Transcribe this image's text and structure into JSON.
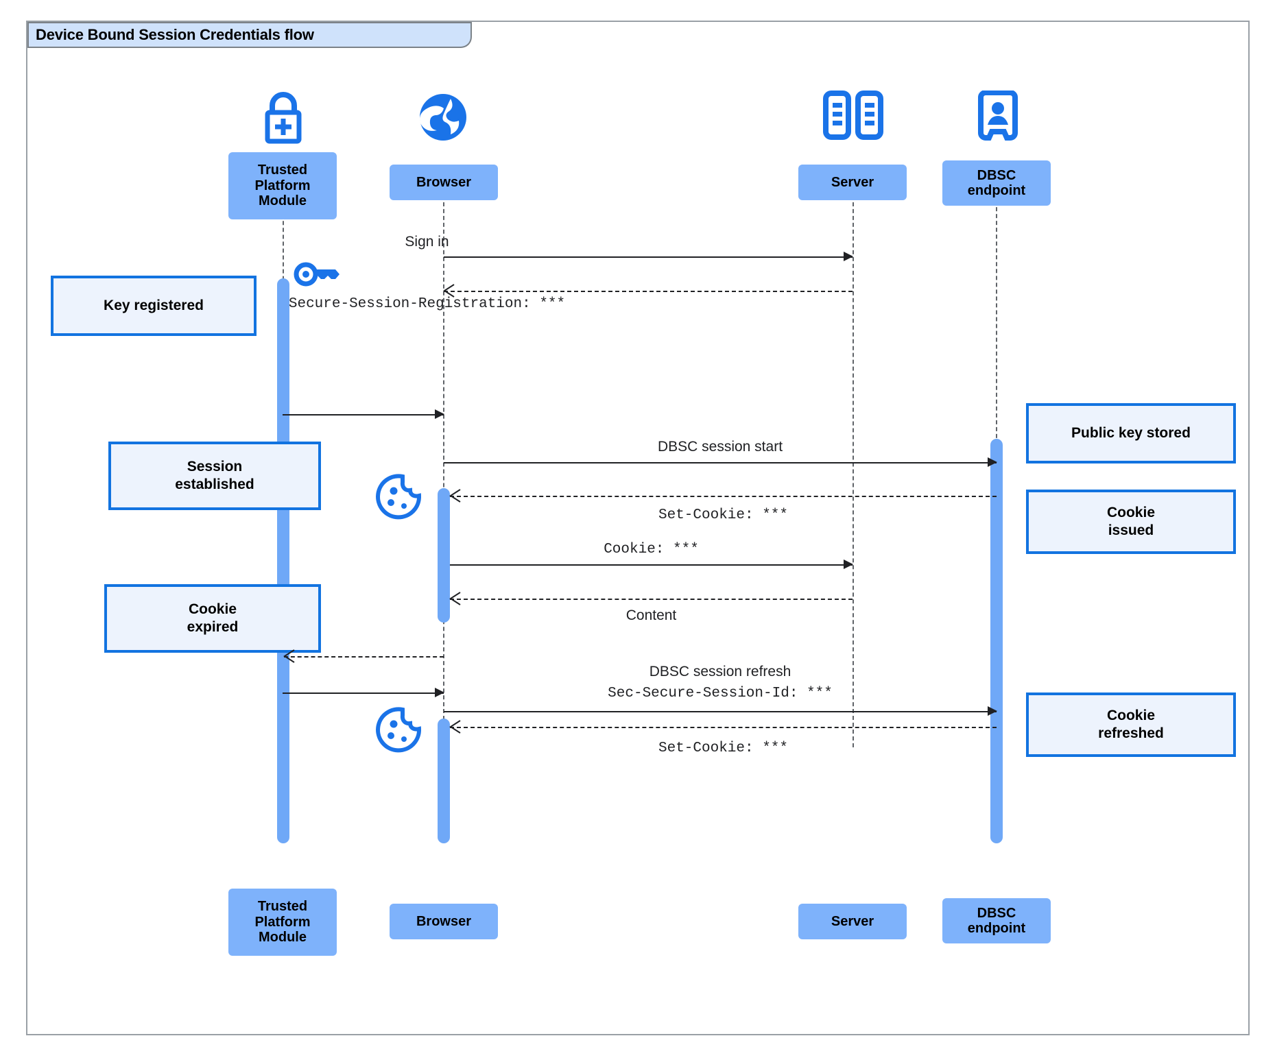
{
  "diagram": {
    "title": "Device Bound Session Credentials flow",
    "type": "uml-sequence",
    "colors": {
      "actor_fill": "#7eb2fb",
      "activation_fill": "#6fa8f7",
      "note_fill": "#edf3fd",
      "note_border": "#1273e0",
      "icon_blue": "#1a73e8",
      "frame_border": "#9aa0a6",
      "title_tab_fill": "#cfe2fb",
      "line": "#202124"
    }
  },
  "actors": [
    {
      "id": "tpm",
      "label": "Trusted\nPlatform\nModule",
      "label_line1": "Trusted",
      "label_line2": "Platform",
      "label_line3": "Module",
      "icon": "padlock-plus-icon"
    },
    {
      "id": "browser",
      "label": "Browser",
      "icon": "globe-icon"
    },
    {
      "id": "server",
      "label": "Server",
      "icon": "server-racks-icon"
    },
    {
      "id": "dbsc",
      "label": "DBSC\nendpoint",
      "label_line1": "DBSC",
      "label_line2": "endpoint",
      "icon": "id-badge-icon"
    }
  ],
  "messages": [
    {
      "id": "m1",
      "text": "Sign in",
      "style": "sans",
      "arrow": "solid",
      "from": "browser",
      "to": "server"
    },
    {
      "id": "m2",
      "text": "Secure-Session-Registration: ***",
      "style": "mono",
      "arrow": "dashed",
      "from": "server",
      "to": "browser"
    },
    {
      "id": "m3",
      "text": "",
      "style": "sans",
      "arrow": "solid",
      "from": "tpm",
      "to": "browser"
    },
    {
      "id": "m4",
      "text": "DBSC session start",
      "style": "sans",
      "arrow": "solid",
      "from": "browser",
      "to": "dbsc"
    },
    {
      "id": "m5",
      "text": "Set-Cookie: ***",
      "style": "mono",
      "arrow": "dashed",
      "from": "dbsc",
      "to": "browser"
    },
    {
      "id": "m6",
      "text": "Cookie: ***",
      "style": "mono",
      "arrow": "solid",
      "from": "browser",
      "to": "server"
    },
    {
      "id": "m7",
      "text": "Content",
      "style": "sans",
      "arrow": "dashed",
      "from": "server",
      "to": "browser"
    },
    {
      "id": "m8",
      "text": "",
      "style": "sans",
      "arrow": "dashed",
      "from": "browser",
      "to": "tpm"
    },
    {
      "id": "m9a",
      "text": "DBSC session refresh",
      "style": "sans",
      "arrow": "none",
      "from": "browser",
      "to": "dbsc"
    },
    {
      "id": "m9b",
      "text": "Sec-Secure-Session-Id: ***",
      "style": "mono",
      "arrow": "solid",
      "from": "browser",
      "to": "dbsc"
    },
    {
      "id": "m10",
      "text": "",
      "style": "sans",
      "arrow": "solid",
      "from": "tpm",
      "to": "browser"
    },
    {
      "id": "m11",
      "text": "Set-Cookie: ***",
      "style": "mono",
      "arrow": "dashed",
      "from": "dbsc",
      "to": "browser"
    }
  ],
  "notes": {
    "left": [
      {
        "id": "n1",
        "text": "Key registered",
        "line1": "Key registered",
        "line2": ""
      },
      {
        "id": "n2",
        "text": "Session established",
        "line1": "Session",
        "line2": "established"
      },
      {
        "id": "n3",
        "text": "Cookie expired",
        "line1": "Cookie",
        "line2": "expired"
      }
    ],
    "right": [
      {
        "id": "n4",
        "text": "Public key stored",
        "line1": "Public key stored",
        "line2": ""
      },
      {
        "id": "n5",
        "text": "Cookie issued",
        "line1": "Cookie",
        "line2": "issued"
      },
      {
        "id": "n6",
        "text": "Cookie refreshed",
        "line1": "Cookie",
        "line2": "refreshed"
      }
    ]
  },
  "decorations": [
    {
      "id": "d1",
      "icon": "key-icon",
      "near": "tpm"
    },
    {
      "id": "d2",
      "icon": "cookie-icon",
      "near": "browser"
    },
    {
      "id": "d3",
      "icon": "cookie-icon",
      "near": "browser"
    }
  ]
}
